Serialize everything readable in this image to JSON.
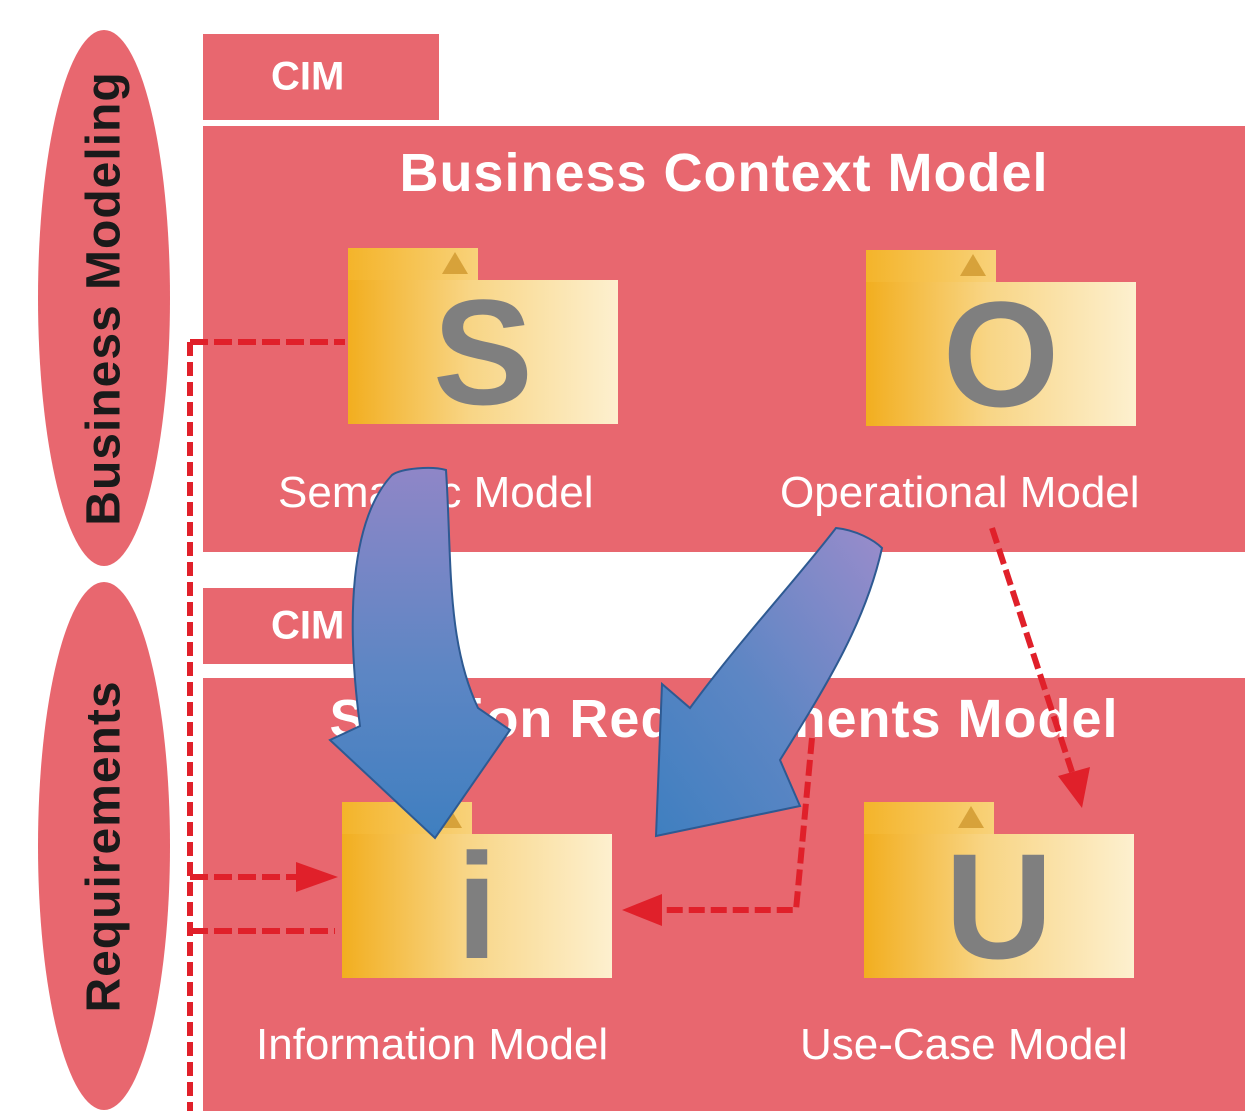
{
  "lanes": {
    "business": "Business Modeling",
    "requirements": "Requirements"
  },
  "tabs": {
    "top": "CIM",
    "bottom": "CIM"
  },
  "panels": {
    "business_context_title": "Business Context Model",
    "solution_requirements_title": "Solution Requirements Model"
  },
  "packages": {
    "semantic": {
      "letter": "S",
      "caption": "Semantic Model"
    },
    "operational": {
      "letter": "O",
      "caption": "Operational Model"
    },
    "information": {
      "letter": "i",
      "caption": "Information Model"
    },
    "usecase": {
      "letter": "U",
      "caption": "Use-Case Model"
    }
  },
  "colors": {
    "panel": "#e8676f",
    "dashed": "#e0202a",
    "arrow_blue": "#3f7fc0",
    "arrow_purple": "#8f86c7",
    "letter": "#7f7f7f"
  }
}
